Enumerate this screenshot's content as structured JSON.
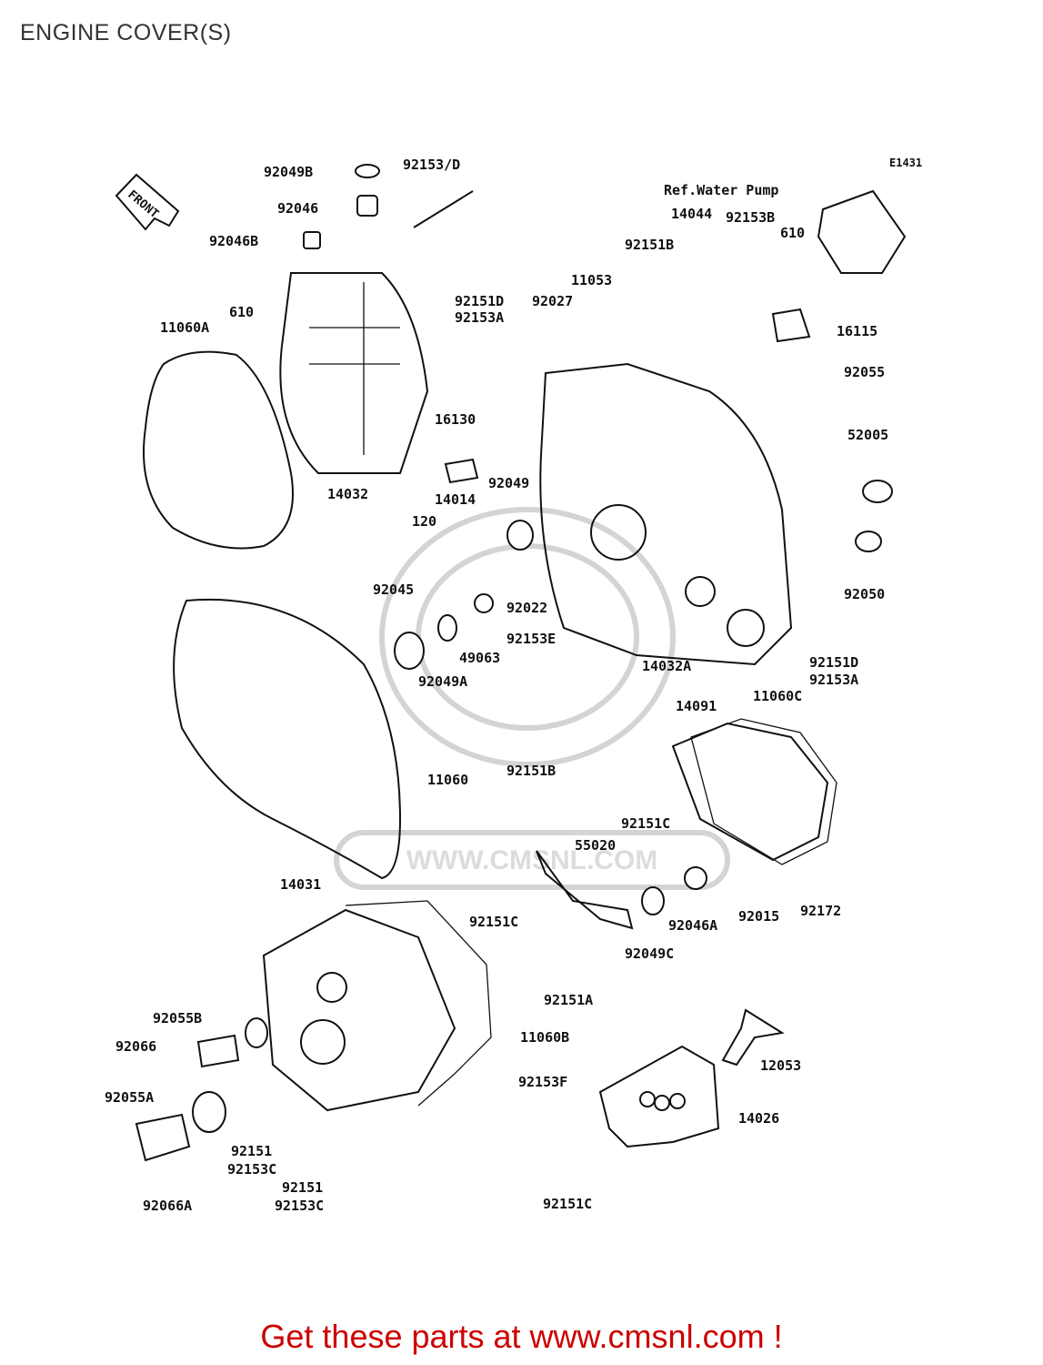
{
  "page": {
    "title": "ENGINE COVER(S)",
    "promo": "Get these parts at www.cmsnl.com !"
  },
  "diagram": {
    "code": "E1431",
    "direction_tag": "FRONT",
    "ref_note": "Ref.Water Pump",
    "watermark": "WWW.CMSNL.COM",
    "labels": [
      "92049B",
      "92153/D",
      "92046",
      "92046B",
      "610",
      "11060A",
      "14032",
      "14044",
      "92153B",
      "92151B",
      "610",
      "11053",
      "92151D",
      "92153A",
      "92027",
      "16115",
      "92055",
      "16130",
      "92049",
      "14014",
      "120",
      "52005",
      "92045",
      "92022",
      "92153E",
      "49063",
      "92049A",
      "14032A",
      "92050",
      "92151D",
      "92153A",
      "14091",
      "11060C",
      "92151B",
      "11060",
      "92151C",
      "55020",
      "92151C",
      "92046A",
      "92015",
      "92172",
      "92049C",
      "14031",
      "92151A",
      "92055B",
      "92066",
      "11060B",
      "12053",
      "92153F",
      "92055A",
      "14026",
      "92151",
      "92153C",
      "92151",
      "92153C",
      "92066A",
      "92151C"
    ]
  }
}
